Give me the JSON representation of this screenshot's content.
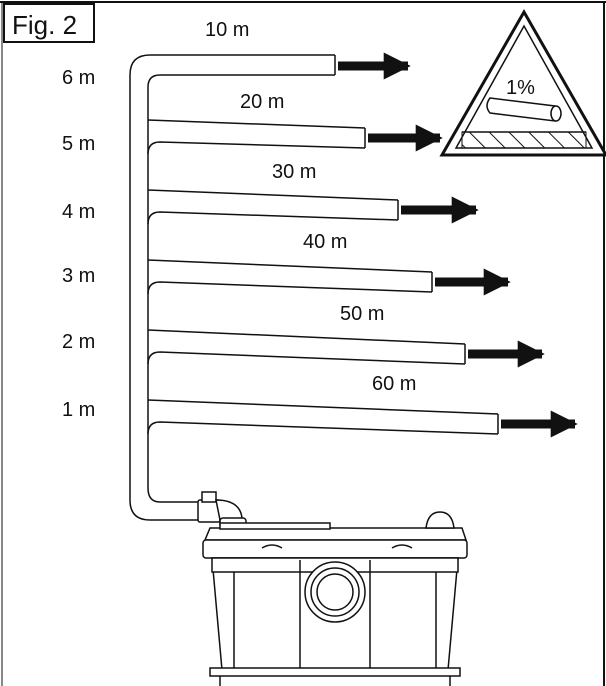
{
  "figure": {
    "label": "Fig. 2"
  },
  "heights": [
    "6 m",
    "5 m",
    "4 m",
    "3 m",
    "2 m",
    "1 m"
  ],
  "distances": [
    "10 m",
    "20 m",
    "30 m",
    "40 m",
    "50 m",
    "60 m"
  ],
  "slope": {
    "label": "1%"
  },
  "colors": {
    "ink": "#111111",
    "pipe_fill": "#ffffff",
    "background": "#ffffff"
  },
  "icons": {
    "flow": "arrow-right-icon",
    "warning": "warning-triangle-icon",
    "pump": "lifting-station-icon"
  }
}
